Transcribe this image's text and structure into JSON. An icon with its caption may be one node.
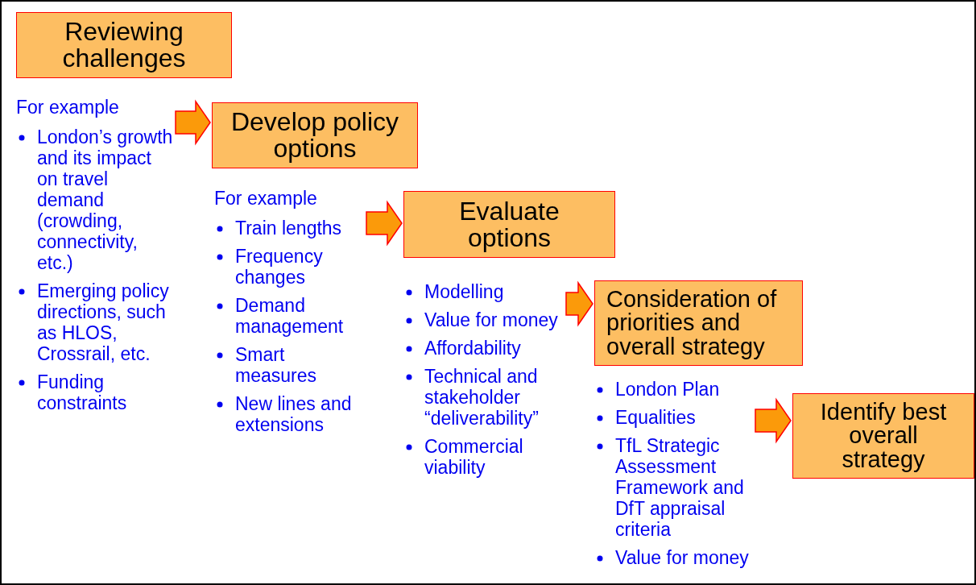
{
  "diagram": {
    "nodes": [
      {
        "text": [
          "Reviewing challenges"
        ]
      },
      {
        "text": [
          "London’s growth and its impact on travel demand (crowding, connectivity, etc.)",
          "Emerging policy directions, such as HLOS, Crossrail, etc.",
          "Funding constraints"
        ]
      },
      {
        "text": [
          "Develop policy options"
        ]
      },
      {
        "text": [
          "Train lengths",
          "Frequency changes",
          "Demand management",
          "Smart measures",
          "New lines and extensions"
        ]
      },
      {
        "text": [
          "Evaluate options"
        ]
      },
      {
        "text": [
          "Modelling",
          "Value for money",
          "Affordability",
          "Technical and stakeholder “deliverability”",
          "Commercial viability"
        ]
      },
      {
        "text": [
          "Consideration of priorities and overall strategy"
        ]
      },
      {
        "text": [
          "London Plan",
          "Equalities",
          "TfL Strategic Assessment Framework and DfT appraisal criteria",
          "Value for money"
        ]
      },
      {
        "text": [
          "Identify best overall strategy"
        ]
      }
    ],
    "edges": [
      {
        "from": 1,
        "to": 2,
        "arrow": "to"
      },
      {
        "from": 3,
        "to": 4,
        "arrow": "to"
      },
      {
        "from": 5,
        "to": 6,
        "arrow": "to"
      },
      {
        "from": 7,
        "to": 8,
        "arrow": "to"
      }
    ],
    "labels": [
      "For example",
      "For example"
    ]
  }
}
